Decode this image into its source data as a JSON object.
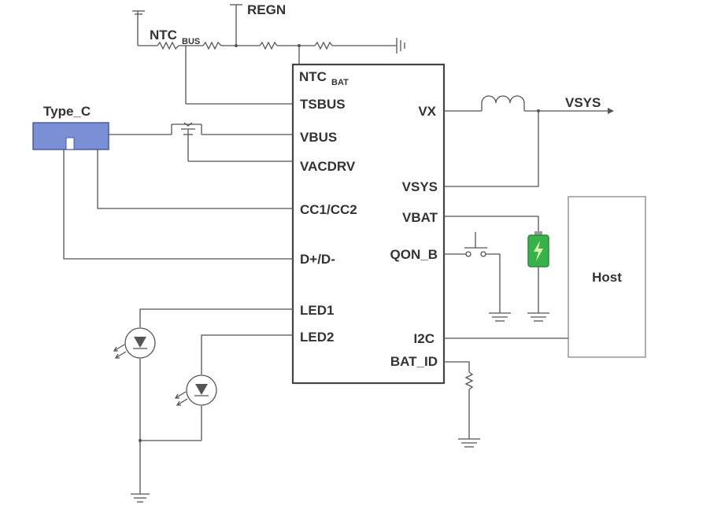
{
  "diagram": {
    "labels": {
      "regn": "REGN",
      "ntc_bus_main": "NTC",
      "ntc_bus_sub": "BUS",
      "ntc_bat_main": "NTC",
      "ntc_bat_sub": "BAT",
      "type_c": "Type_C",
      "vsys_out": "VSYS",
      "host": "Host"
    },
    "pins_left": {
      "tsbus": "TSBUS",
      "vbus": "VBUS",
      "vacdrv": "VACDRV",
      "cc": "CC1/CC2",
      "dpdm": "D+/D-",
      "led1": "LED1",
      "led2": "LED2"
    },
    "pins_right": {
      "vx": "VX",
      "vsys": "VSYS",
      "vbat": "VBAT",
      "qon": "QON_B",
      "i2c": "I2C",
      "bat_id": "BAT_ID"
    },
    "colors": {
      "wire": "#555555",
      "connector_fill": "#7b8fd4",
      "connector_stroke": "#4a5aa8",
      "battery_green": "#38b24a",
      "host_border": "#b0b0b0"
    }
  }
}
